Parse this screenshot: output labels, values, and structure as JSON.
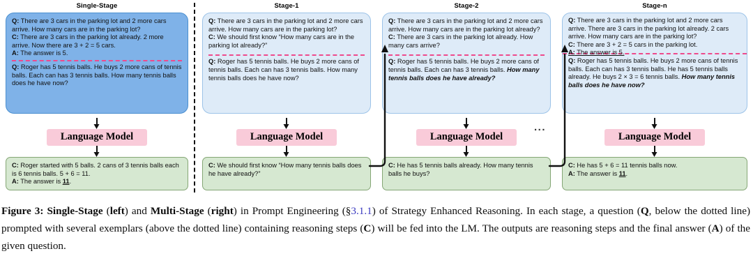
{
  "figure": {
    "divider": "vertical-dashed-separator",
    "ellipsis": "...",
    "lm_label": "Language Model",
    "stages": [
      {
        "id": "single-stage",
        "title": "Single-Stage",
        "box_style": "dark-blue",
        "exemplar": [
          {
            "tag": "Q:",
            "text": " There are 3 cars in the parking lot and 2 more cars arrive. How many cars are in the parking lot?"
          },
          {
            "tag": "C:",
            "text": " There are 3 cars in the parking lot already. 2 more arrive. Now there are 3 + 2 = 5 cars."
          },
          {
            "tag": "A:",
            "text": " The answer is 5."
          }
        ],
        "question": [
          {
            "tag": "Q:",
            "text": " Roger has 5 tennis balls. He buys 2 more cans of tennis balls. Each can has 3 tennis balls. How many tennis balls does he have now?"
          }
        ],
        "output": [
          {
            "tag": "C:",
            "text": " Roger started with 5 balls. 2 cans of 3 tennis balls each is 6 tennis balls. 5 + 6 = 11."
          },
          {
            "tag": "A:",
            "text": " The answer is ",
            "answer": "11",
            "suffix": "."
          }
        ]
      },
      {
        "id": "stage-1",
        "title": "Stage-1",
        "box_style": "light-blue",
        "exemplar": [
          {
            "tag": "Q:",
            "text": " There are 3 cars in the parking lot and 2 more cars arrive. How many cars are in the parking lot?"
          },
          {
            "tag": "C:",
            "text": " We should first know “How many cars are in the parking lot already?”"
          }
        ],
        "question": [
          {
            "tag": "Q:",
            "text": " Roger has 5 tennis balls. He buys 2 more cans of tennis balls. Each can has 3 tennis balls. How many tennis balls does he have now?"
          }
        ],
        "output": [
          {
            "tag": "C:",
            "text": " We should first know “How many tennis balls does he have already?”"
          }
        ]
      },
      {
        "id": "stage-2",
        "title": "Stage-2",
        "box_style": "light-blue",
        "exemplar": [
          {
            "tag": "Q:",
            "text": " There are 3 cars in the parking lot and 2 more cars arrive. How many cars are in the parking lot already?"
          },
          {
            "tag": "C:",
            "text": " There are 3 cars in the parking lot already. How many cars arrive?"
          }
        ],
        "question": [
          {
            "tag": "Q:",
            "text": " Roger has 5 tennis balls. He buys 2 more cans of tennis balls. Each can has 3 tennis balls. ",
            "emph": "How many tennis balls does he have already?"
          }
        ],
        "output": [
          {
            "tag": "C:",
            "text": " He has 5 tennis balls already. How many tennis balls he buys?"
          }
        ]
      },
      {
        "id": "stage-n",
        "title": "Stage-n",
        "box_style": "light-blue",
        "exemplar": [
          {
            "tag": "Q:",
            "text": " There are 3 cars in the parking lot and 2 more cars arrive. There are 3 cars in the parking lot already. 2 cars arrive. How many cars are in the parking lot?"
          },
          {
            "tag": "C:",
            "text": " There  are 3 + 2 = 5 cars in the parking lot."
          },
          {
            "tag": "A:",
            "text": " The answer is 5.",
            "underlined": true
          }
        ],
        "question": [
          {
            "tag": "Q:",
            "text": " Roger has 5 tennis balls. He buys 2 more cans of tennis balls. Each can has 3 tennis balls. He has 5 tennis balls already. He buys 2 × 3 = 6 tennis balls. ",
            "emph": "How many tennis balls does he have now?"
          }
        ],
        "output": [
          {
            "tag": "C:",
            "text": " He has 5 + 6 = 11 tennis balls now."
          },
          {
            "tag": "A:",
            "text": " The answer is ",
            "answer": "11",
            "suffix": "."
          }
        ]
      }
    ]
  },
  "caption": {
    "label": "Figure 3:",
    "b1": "Single-Stage",
    "t1": " (",
    "b2": "left",
    "t2": ") and ",
    "b3": "Multi-Stage",
    "t3": " (",
    "b4": "right",
    "t4": ") in Prompt Engineering (§",
    "link": "3.1.1",
    "t5": ") of Strategy Enhanced Reasoning. In each stage, a question (",
    "b5": "Q",
    "t6": ", below the dotted line) prompted with several exemplars (above the dotted line) containing reasoning steps (",
    "b6": "C",
    "t7": ") will be fed into the LM. The outputs are reasoning steps and the final answer (",
    "b7": "A",
    "t8": ") of the given question."
  },
  "colors": {
    "prompt_dark": "#7FB2E8",
    "prompt_light": "#DEEBF8",
    "lm_pink": "#F9CBD9",
    "output_green": "#D6E8D1",
    "dotted_pink": "#EE4A8C",
    "link_blue": "#3A3AC0"
  }
}
